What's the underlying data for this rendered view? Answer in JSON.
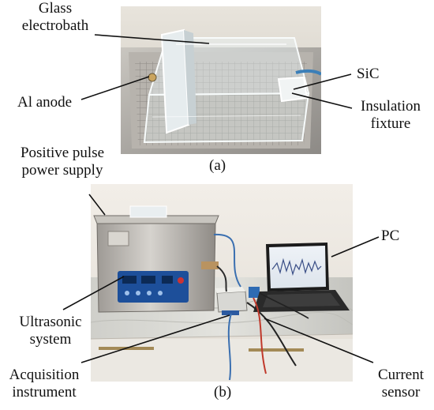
{
  "panel_a": {
    "caption": "(a)",
    "labels": {
      "glass_line1": "Glass",
      "glass_line2": "electrobath",
      "al_anode": "Al anode",
      "sic": "SiC",
      "insulation_line1": "Insulation",
      "insulation_line2": "fixture"
    }
  },
  "panel_b": {
    "caption": "(b)",
    "labels": {
      "pulse_line1": "Positive pulse",
      "pulse_line2": "power supply",
      "pc": "PC",
      "ultrasonic_line1": "Ultrasonic",
      "ultrasonic_line2": "system",
      "acq_line1": "Acquisition",
      "acq_line2": "instrument",
      "current_line1": "Current",
      "current_line2": "sensor"
    }
  }
}
